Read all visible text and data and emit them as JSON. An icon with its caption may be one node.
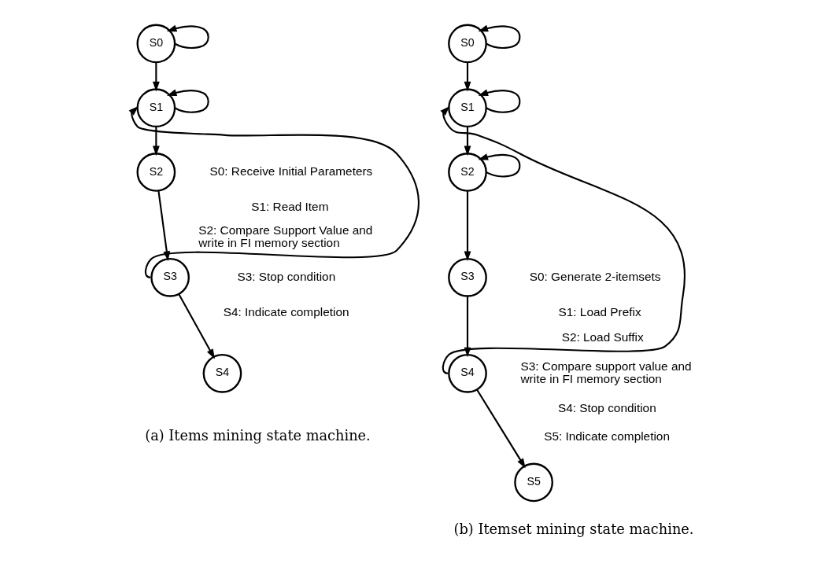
{
  "diagram": {
    "nodes": [
      {
        "text": [
          "S0"
        ]
      },
      {
        "text": [
          "S1"
        ]
      },
      {
        "text": [
          "S2"
        ]
      },
      {
        "text": [
          "S3"
        ]
      },
      {
        "text": [
          "S4"
        ]
      },
      {
        "text": [
          "S0"
        ]
      },
      {
        "text": [
          "S1"
        ]
      },
      {
        "text": [
          "S2"
        ]
      },
      {
        "text": [
          "S3"
        ]
      },
      {
        "text": [
          "S4"
        ]
      },
      {
        "text": [
          "S5"
        ]
      }
    ],
    "edges": [
      {
        "from": 0,
        "to": 0,
        "arrow": "to"
      },
      {
        "from": 0,
        "to": 1,
        "arrow": "to"
      },
      {
        "from": 1,
        "to": 1,
        "arrow": "to"
      },
      {
        "from": 1,
        "to": 2,
        "arrow": "to"
      },
      {
        "from": 2,
        "to": 3,
        "arrow": "to"
      },
      {
        "from": 3,
        "to": 1,
        "arrow": "to"
      },
      {
        "from": 3,
        "to": 4,
        "arrow": "to"
      },
      {
        "from": 5,
        "to": 5,
        "arrow": "to"
      },
      {
        "from": 5,
        "to": 6,
        "arrow": "to"
      },
      {
        "from": 6,
        "to": 6,
        "arrow": "to"
      },
      {
        "from": 6,
        "to": 7,
        "arrow": "to"
      },
      {
        "from": 7,
        "to": 7,
        "arrow": "to"
      },
      {
        "from": 7,
        "to": 8,
        "arrow": "to"
      },
      {
        "from": 8,
        "to": 9,
        "arrow": "to"
      },
      {
        "from": 9,
        "to": 6,
        "arrow": "to"
      },
      {
        "from": 9,
        "to": 10,
        "arrow": "to"
      }
    ],
    "labels": [
      "S0: Receive Initial Parameters",
      "S1: Read Item",
      "S2: Compare Support Value and write in FI memory section",
      "S3: Stop condition",
      "S4: Indicate completion",
      "(a) Items mining state machine.",
      "S0: Generate 2-itemsets",
      "S1: Load Prefix",
      "S2: Load Suffix",
      "S3: Compare support value and write in FI memory section",
      "S4: Stop condition",
      "S5: Indicate completion",
      "(b) Itemset mining state machine."
    ]
  }
}
